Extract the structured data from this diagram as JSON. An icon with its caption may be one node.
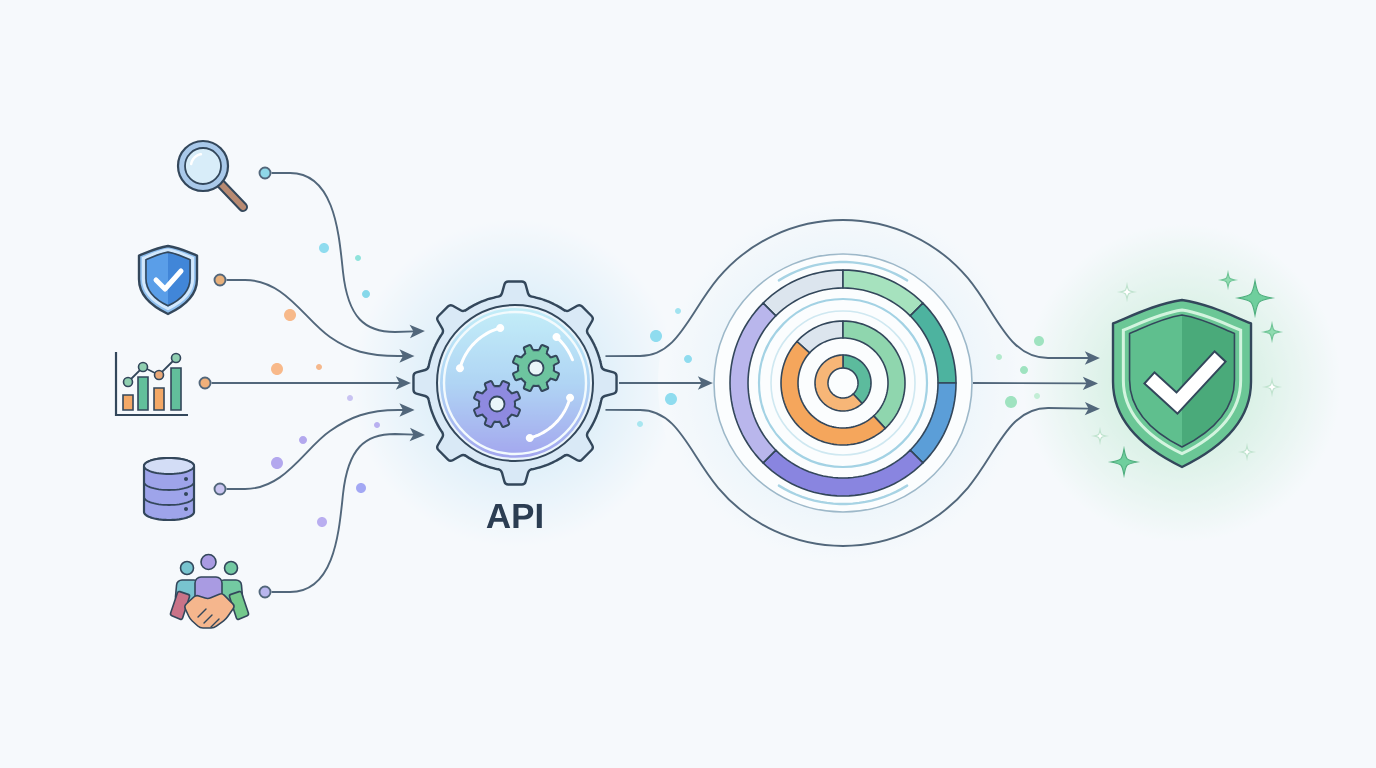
{
  "diagram": {
    "nodes": [
      {
        "text": [],
        "shape": "picture"
      },
      {
        "text": [],
        "shape": "picture"
      },
      {
        "text": [],
        "shape": "picture"
      },
      {
        "text": [],
        "shape": "picture"
      },
      {
        "text": [],
        "shape": "picture"
      },
      {
        "text": [
          "API"
        ]
      },
      {
        "text": [],
        "shape": "picture"
      },
      {
        "text": [],
        "shape": "picture"
      }
    ],
    "edges": [
      {
        "from": 0,
        "to": 5,
        "arrow": "to"
      },
      {
        "from": 1,
        "to": 5,
        "arrow": "to"
      },
      {
        "from": 2,
        "to": 5,
        "arrow": "to"
      },
      {
        "from": 3,
        "to": 5,
        "arrow": "to"
      },
      {
        "from": 4,
        "to": 5,
        "arrow": "to"
      },
      {
        "from": 5,
        "to": 7,
        "arrow": "to"
      },
      {
        "from": 5,
        "to": 6,
        "arrow": "to"
      },
      {
        "from": 5,
        "to": 7,
        "arrow": "to"
      },
      {
        "from": 6,
        "to": 7,
        "arrow": "to"
      }
    ]
  }
}
